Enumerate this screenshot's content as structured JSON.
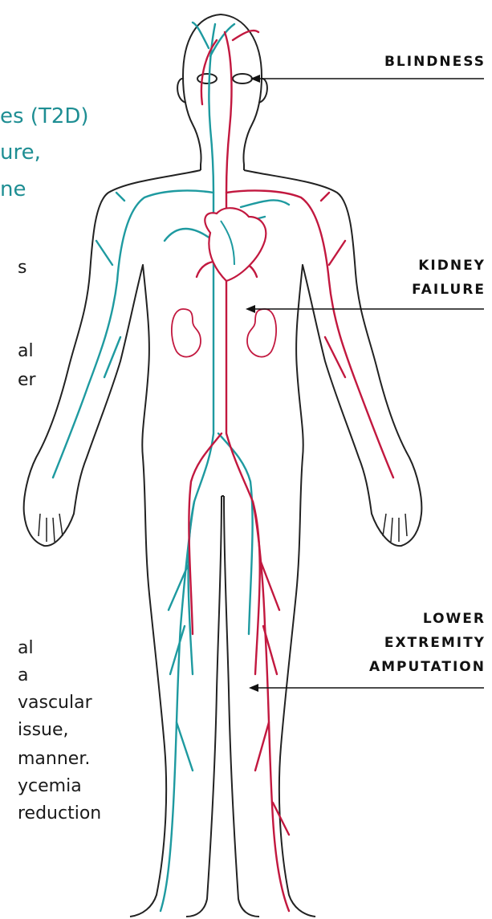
{
  "intro_fragments": [
    "es (T2D)",
    "ure,",
    "ne"
  ],
  "side_fragments_top": [
    "s",
    "al",
    "er"
  ],
  "side_fragments_bottom": [
    "al",
    "a",
    "vascular",
    "issue,",
    "manner.",
    "ycemia",
    "reduction"
  ],
  "callouts": {
    "blindness": "BLINDNESS",
    "kidney": [
      "KIDNEY",
      "FAILURE"
    ],
    "amputation": [
      "LOWER",
      "EXTREMITY",
      "AMPUTATION"
    ]
  },
  "colors": {
    "veins": "#1e9aa0",
    "arteries": "#c2183f",
    "outline": "#222222",
    "heading_text": "#1e8e93"
  }
}
